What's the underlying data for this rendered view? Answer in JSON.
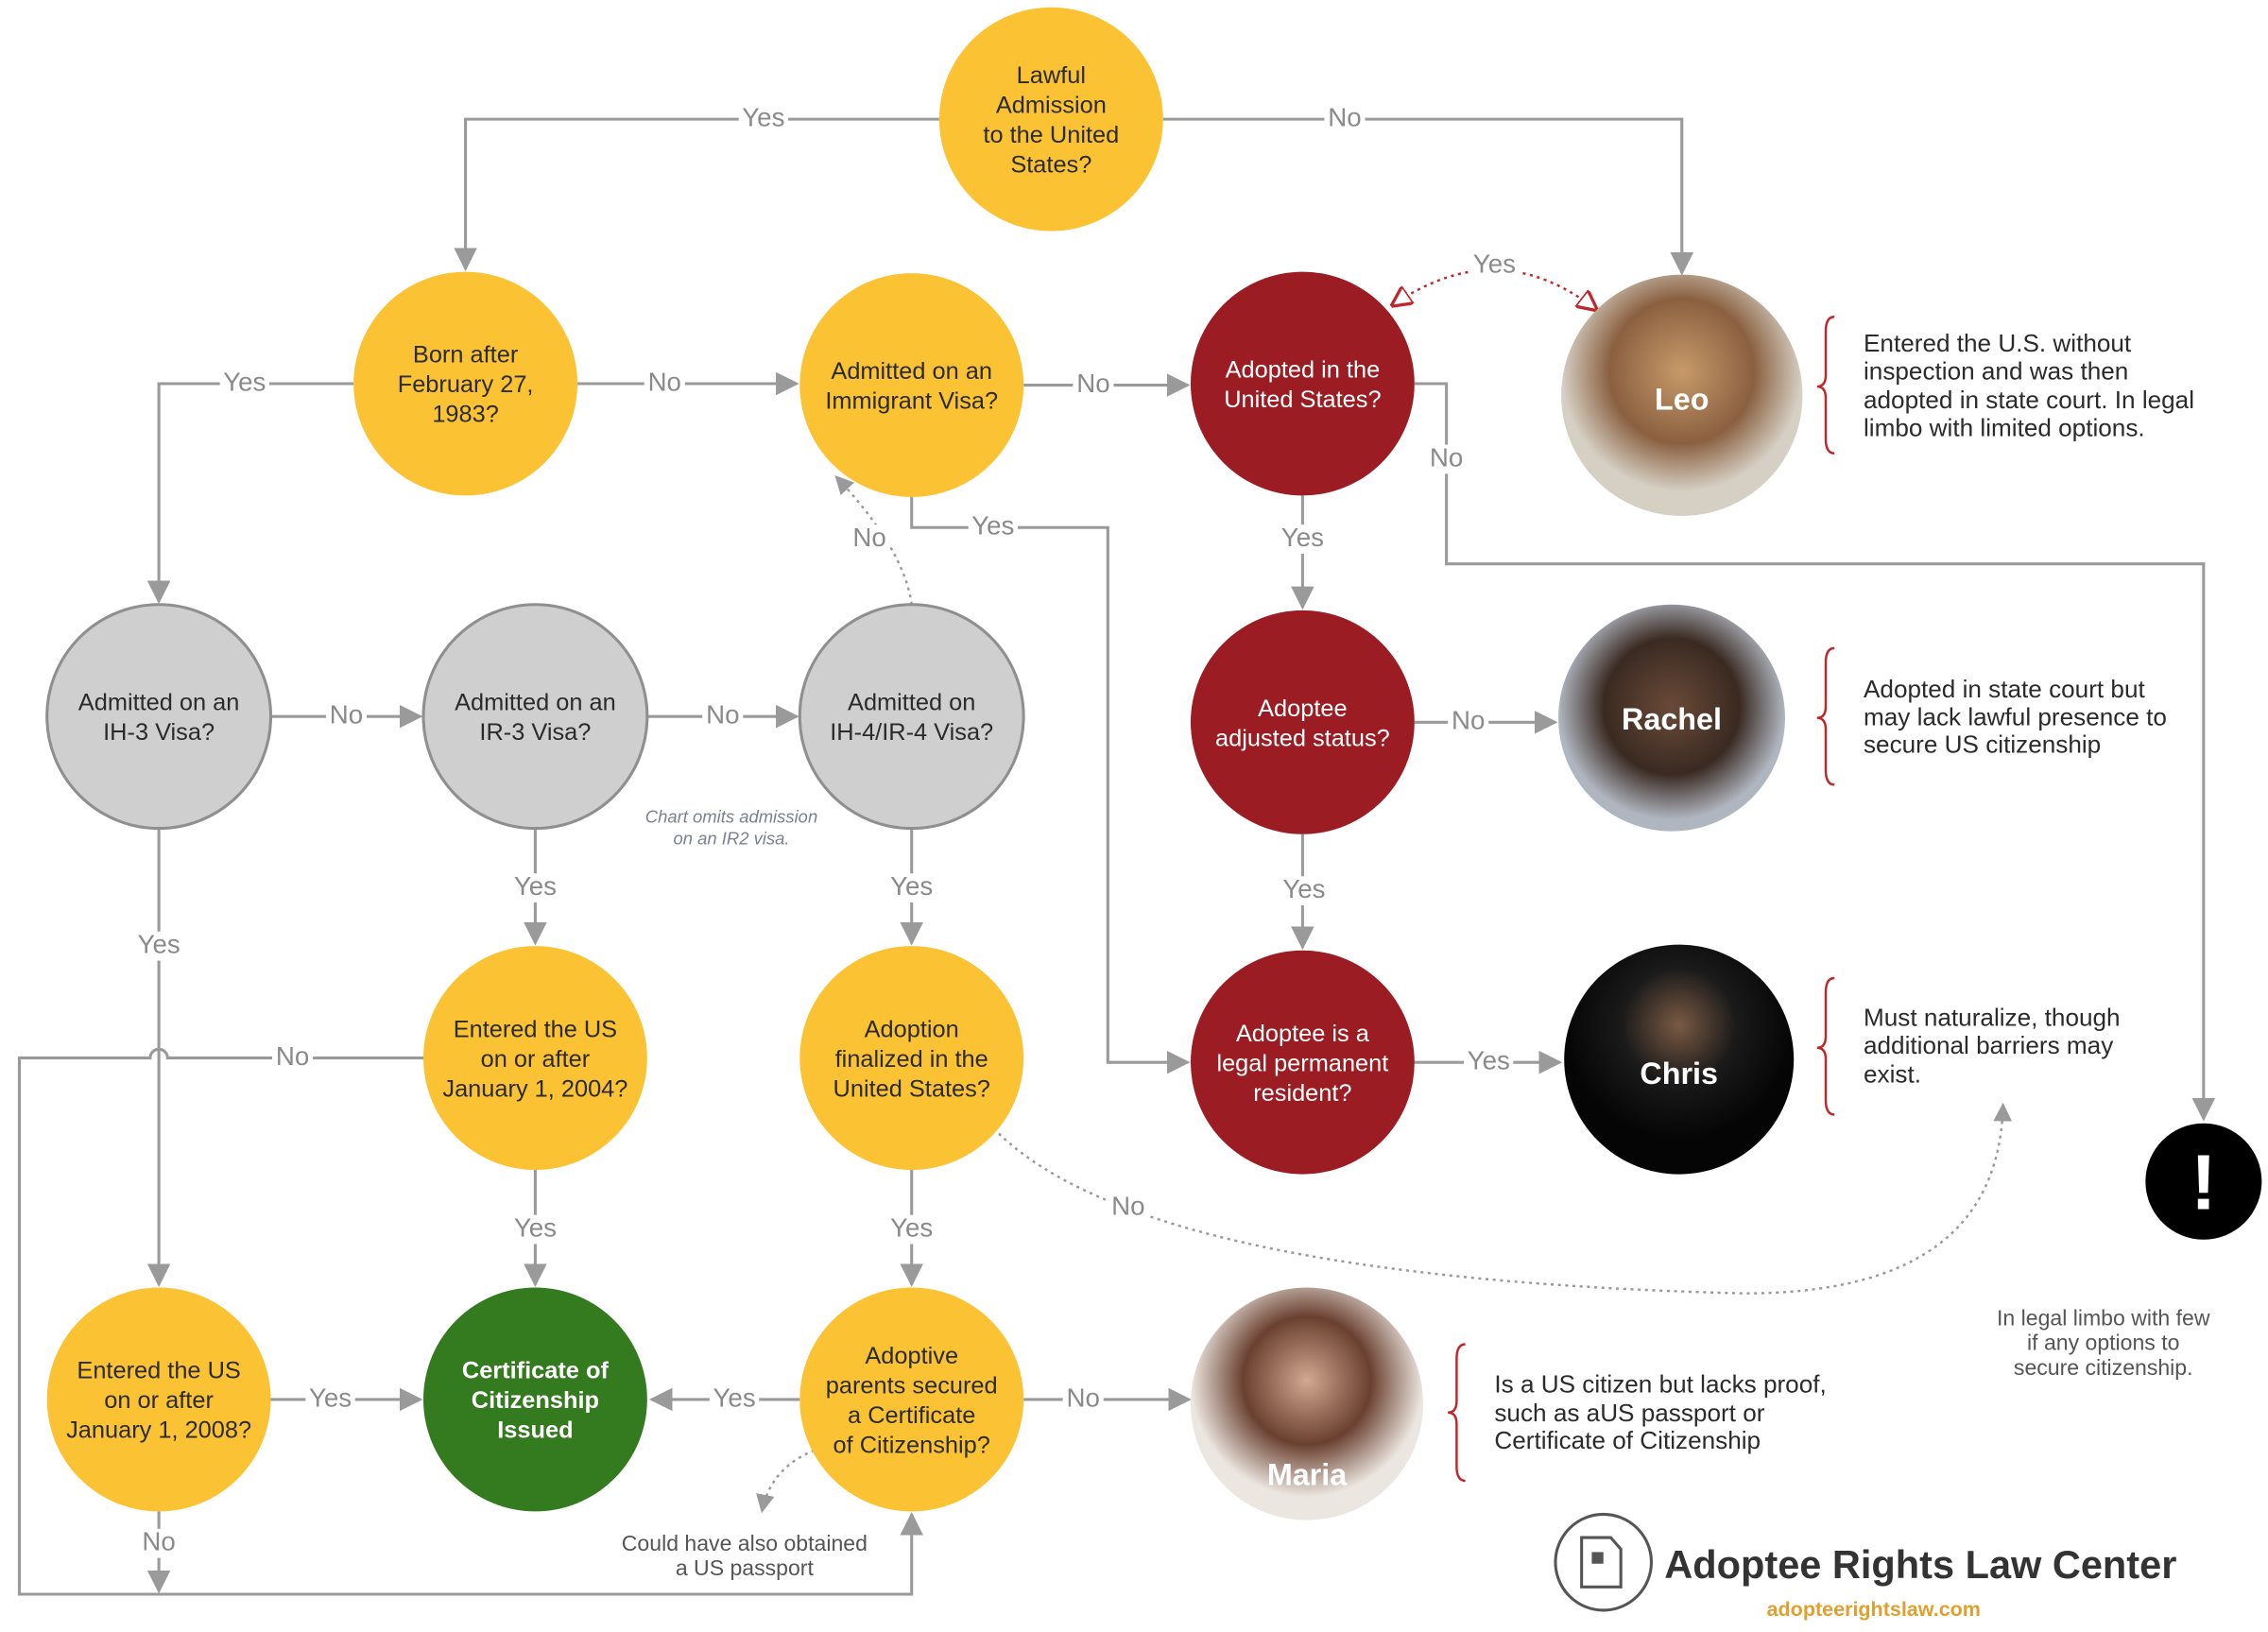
{
  "colors": {
    "yellow": "#fbc334",
    "red": "#9b1c22",
    "gray": "#cfcfcf",
    "green": "#347a1f",
    "black": "#000000",
    "line": "#9a9a9a",
    "accent_red": "#c0272d",
    "brand_orange": "#e0a030"
  },
  "nodes": {
    "lawful": [
      "Lawful",
      "Admission",
      "to the United",
      "States?"
    ],
    "born": [
      "Born after",
      "February 27,",
      "1983?"
    ],
    "immigrant": [
      "Admitted on an",
      "Immigrant Visa?"
    ],
    "adopted_us": [
      "Adopted in the",
      "United States?"
    ],
    "ih3": [
      "Admitted on an",
      "IH-3 Visa?"
    ],
    "ir3": [
      "Admitted on an",
      "IR-3 Visa?"
    ],
    "ih4": [
      "Admitted on",
      "IH-4/IR-4 Visa?"
    ],
    "adjusted": [
      "Adoptee",
      "adjusted status?"
    ],
    "entered2004": [
      "Entered the US",
      "on or after",
      "January 1, 2004?"
    ],
    "adoption_final": [
      "Adoption",
      "finalized in the",
      "United States?"
    ],
    "lpr": [
      "Adoptee is a",
      "legal permanent",
      "resident?"
    ],
    "entered2008": [
      "Entered the US",
      "on or after",
      "January 1, 2008?"
    ],
    "certificate": [
      "Certificate of",
      "Citizenship",
      "Issued"
    ],
    "adoptive": [
      "Adoptive",
      "parents secured",
      "a Certificate",
      "of Citizenship?"
    ]
  },
  "edges": {
    "yes": "Yes",
    "no": "No"
  },
  "people": {
    "leo": {
      "name": "Leo",
      "desc": [
        "Entered the U.S. without",
        "inspection and was then",
        "adopted in state court. In legal",
        "limbo with limited options."
      ]
    },
    "rachel": {
      "name": "Rachel",
      "desc": [
        "Adopted in state court but",
        "may lack lawful presence to",
        "secure US citizenship"
      ]
    },
    "chris": {
      "name": "Chris",
      "desc": [
        "Must naturalize, though",
        "additional barriers may",
        "exist."
      ]
    },
    "maria": {
      "name": "Maria",
      "desc": [
        "Is a US citizen but lacks proof,",
        "such as aUS passport or",
        "Certificate of Citizenship"
      ]
    }
  },
  "limbo": {
    "icon": "!",
    "desc": [
      "In legal limbo with few",
      "if any options to",
      "secure citizenship."
    ]
  },
  "notes": {
    "ir2": [
      "Chart omits admission",
      "on an IR2 visa."
    ],
    "passport": [
      "Could have also obtained",
      "a US passport"
    ]
  },
  "brand": {
    "name": "Adoptee Rights Law Center",
    "url": "adopteerightslaw.com"
  }
}
